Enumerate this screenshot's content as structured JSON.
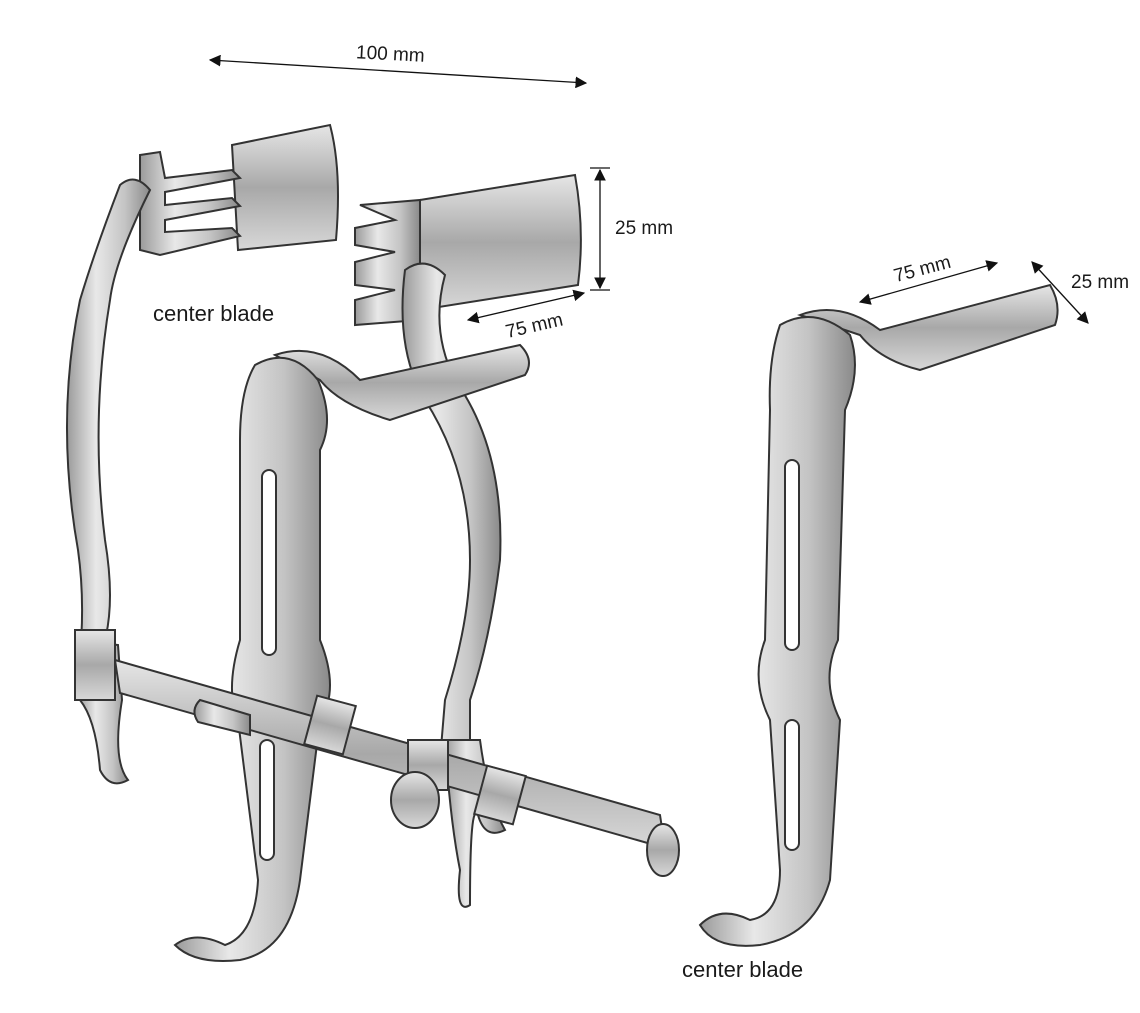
{
  "dimensions": {
    "overall_width": "100 mm",
    "left_blade_height": "25 mm",
    "left_blade_length": "75 mm",
    "center_blade_length": "75 mm",
    "center_blade_width": "25 mm"
  },
  "labels": {
    "center_blade_left": "center blade",
    "center_blade_right": "center blade"
  },
  "colors": {
    "steel_light": "#e4e4e4",
    "steel_dark": "#8a8a8a",
    "outline": "#333333"
  }
}
